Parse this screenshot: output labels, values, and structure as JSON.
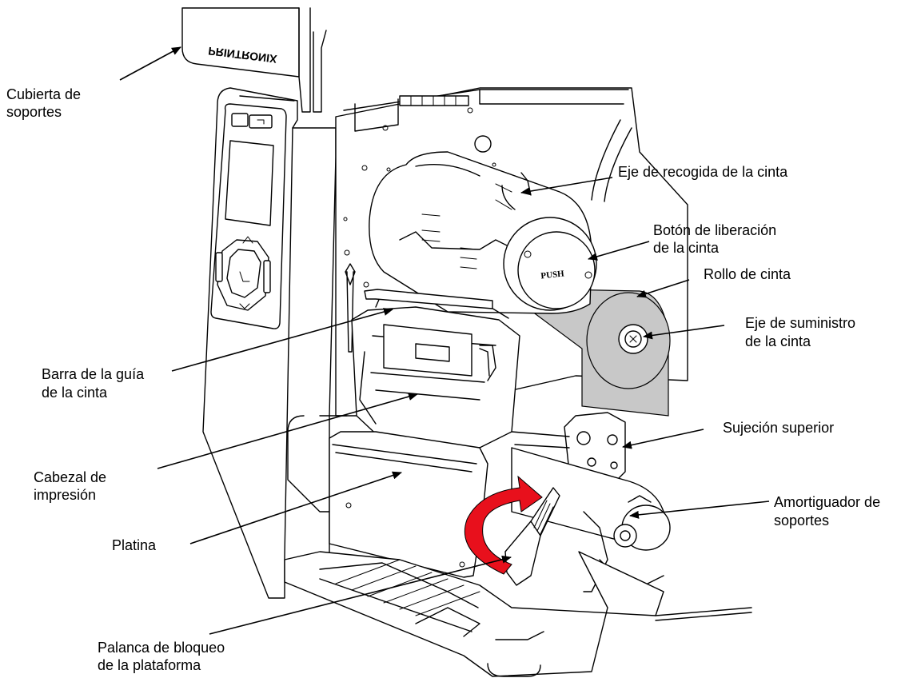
{
  "brand_mark": "PRINTRONIX",
  "knob_text": "PUSH",
  "accent_color": "#e8101c",
  "ribbon_color": "#c8c8c8",
  "labels": {
    "cubierta": [
      "Cubierta de",
      "soportes"
    ],
    "eje_recogida": [
      "Eje de recogida de la cinta"
    ],
    "boton_liberacion": [
      "Botón de liberación",
      "de la cinta"
    ],
    "rollo": [
      "Rollo de cinta"
    ],
    "eje_suministro": [
      "Eje de suministro",
      "de la cinta"
    ],
    "barra_guia": [
      "Barra de la guía",
      "de la cinta"
    ],
    "sujecion": [
      "Sujeción superior"
    ],
    "cabezal": [
      "Cabezal de",
      "impresión"
    ],
    "amortiguador": [
      "Amortiguador de",
      "soportes"
    ],
    "platina": [
      "Platina"
    ],
    "palanca": [
      "Palanca de bloqueo",
      "de la plataforma"
    ]
  }
}
